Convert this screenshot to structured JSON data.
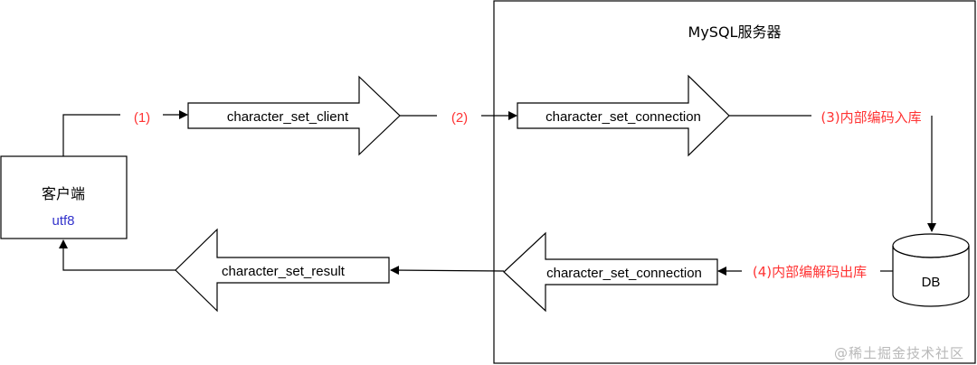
{
  "server": {
    "title": "MySQL服务器"
  },
  "client": {
    "title": "客户端",
    "charset": "utf8"
  },
  "arrows": {
    "client_arrow": "character_set_client",
    "connection_in_arrow": "character_set_connection",
    "connection_out_arrow": "character_set_connection",
    "result_arrow": "character_set_result"
  },
  "steps": {
    "step1": "(1)",
    "step2": "(2)",
    "step3": "(3)内部编码入库",
    "step4": "(4)内部编解码出库"
  },
  "db": {
    "label": "DB"
  },
  "watermark": "@稀土掘金技术社区",
  "colors": {
    "step_text": "#ff3333",
    "charset_text": "#3333cc",
    "stroke": "#000000"
  }
}
